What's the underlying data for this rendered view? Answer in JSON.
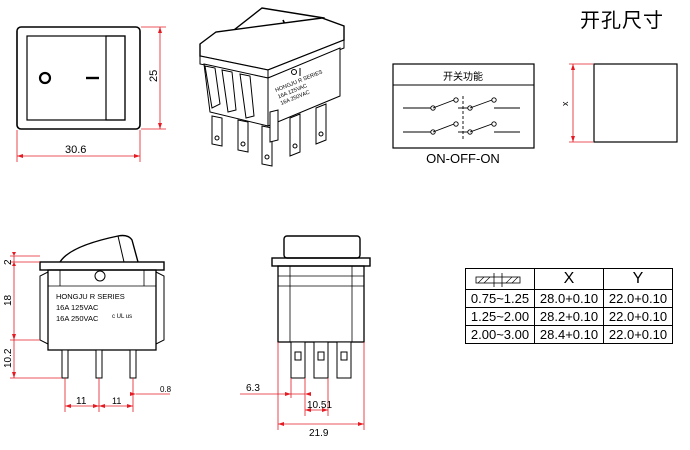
{
  "page_title": "开孔尺寸",
  "front_view": {
    "width_dim": "30.6",
    "height_dim": "25",
    "symbol_off": "O",
    "symbol_on": "—"
  },
  "function_box": {
    "title": "开关功能",
    "caption": "ON-OFF-ON"
  },
  "cutout": {
    "x_label": "x"
  },
  "side_view": {
    "label_lines": [
      "HONGJU  R  SERIES",
      "16A   125VAC",
      "16A   250VAC"
    ],
    "ul_mark": "c UL us",
    "dim_top": "2",
    "dim_mid": "18",
    "dim_low": "10.2",
    "dim_pitch1": "11",
    "dim_pitch2": "11",
    "dim_thick": "0.8"
  },
  "end_view": {
    "dim_term": "6.3",
    "dim_pitch": "10.51",
    "dim_width": "21.9"
  },
  "iso_view": {
    "label_lines": [
      "HONGJU   R   SERIES",
      "16A  125VAC",
      "16A  250VAC"
    ]
  },
  "table": {
    "headers": [
      "",
      "X",
      "Y"
    ],
    "rows": [
      [
        "0.75~1.25",
        "28.0+0.10",
        "22.0+0.10"
      ],
      [
        "1.25~2.00",
        "28.2+0.10",
        "22.0+0.10"
      ],
      [
        "2.00~3.00",
        "28.4+0.10",
        "22.0+0.10"
      ]
    ]
  },
  "colors": {
    "dimension": "#e51b24",
    "line": "#000000"
  }
}
